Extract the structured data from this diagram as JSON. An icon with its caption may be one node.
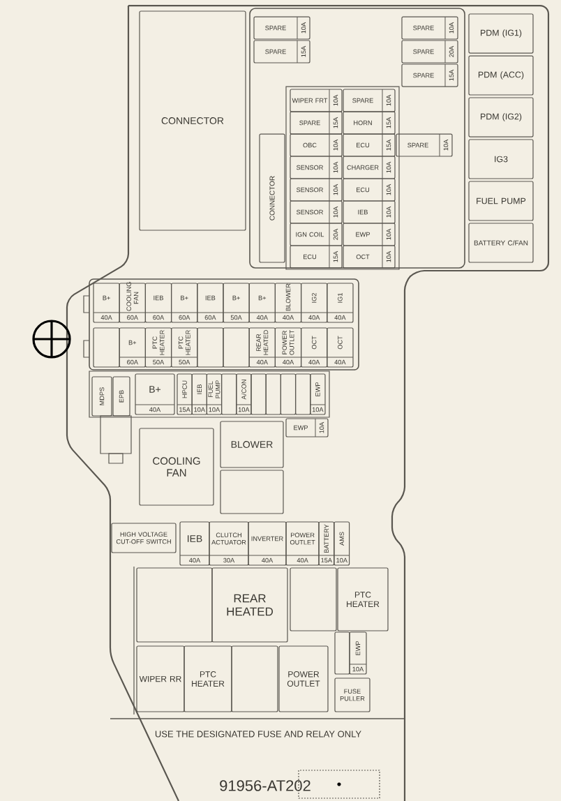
{
  "diagram": {
    "nodes": [
      {
        "text": [
          "CONNECTOR"
        ]
      },
      {
        "text": [
          "SPARE",
          "10A"
        ]
      },
      {
        "text": [
          "SPARE",
          "15A"
        ]
      },
      {
        "text": [
          "SPARE",
          "10A"
        ]
      },
      {
        "text": [
          "SPARE",
          "20A"
        ]
      },
      {
        "text": [
          "SPARE",
          "15A"
        ]
      },
      {
        "text": [
          "WIPER FRT",
          "10A"
        ]
      },
      {
        "text": [
          "SPARE",
          "10A"
        ]
      },
      {
        "text": [
          "SPARE",
          "15A"
        ]
      },
      {
        "text": [
          "HORN",
          "15A"
        ]
      },
      {
        "text": [
          "OBC",
          "10A"
        ]
      },
      {
        "text": [
          "ECU",
          "15A"
        ]
      },
      {
        "text": [
          "SPARE",
          "10A"
        ]
      },
      {
        "text": [
          "SENSOR",
          "10A"
        ]
      },
      {
        "text": [
          "CHARGER",
          "10A"
        ]
      },
      {
        "text": [
          "SENSOR",
          "10A"
        ]
      },
      {
        "text": [
          "ECU",
          "10A"
        ]
      },
      {
        "text": [
          "SENSOR",
          "10A"
        ]
      },
      {
        "text": [
          "IEB",
          "10A"
        ]
      },
      {
        "text": [
          "IGN COIL",
          "20A"
        ]
      },
      {
        "text": [
          "EWP",
          "10A"
        ]
      },
      {
        "text": [
          "ECU",
          "15A"
        ]
      },
      {
        "text": [
          "OCT",
          "10A"
        ]
      },
      {
        "text": [
          "CONNECTOR"
        ]
      },
      {
        "text": [
          "PDM (IG1)"
        ]
      },
      {
        "text": [
          "PDM (ACC)"
        ]
      },
      {
        "text": [
          "PDM (IG2)"
        ]
      },
      {
        "text": [
          "IG3"
        ]
      },
      {
        "text": [
          "FUEL PUMP"
        ]
      },
      {
        "text": [
          "BATTERY C/FAN"
        ]
      },
      {
        "text": [
          "B+",
          "40A"
        ]
      },
      {
        "text": [
          "COOLING FAN",
          "60A"
        ]
      },
      {
        "text": [
          "IEB",
          "60A"
        ]
      },
      {
        "text": [
          "B+",
          "60A"
        ]
      },
      {
        "text": [
          "IEB",
          "60A"
        ]
      },
      {
        "text": [
          "B+",
          "50A"
        ]
      },
      {
        "text": [
          "B+",
          "40A"
        ]
      },
      {
        "text": [
          "BLOWER",
          "40A"
        ]
      },
      {
        "text": [
          "IG2",
          "40A"
        ]
      },
      {
        "text": [
          "IG1",
          "40A"
        ]
      },
      {
        "text": [],
        "shape": "box"
      },
      {
        "text": [
          "B+",
          "60A"
        ]
      },
      {
        "text": [
          "PTC HEATER",
          "50A"
        ]
      },
      {
        "text": [
          "PTC HEATER",
          "50A"
        ]
      },
      {
        "text": [],
        "shape": "box"
      },
      {
        "text": [],
        "shape": "box"
      },
      {
        "text": [
          "REAR HEATED",
          "40A"
        ]
      },
      {
        "text": [
          "POWER OUTLET",
          "40A"
        ]
      },
      {
        "text": [
          "OCT",
          "40A"
        ]
      },
      {
        "text": [
          "OCT",
          "40A"
        ]
      },
      {
        "text": [
          "MDPS"
        ]
      },
      {
        "text": [
          "EPB"
        ]
      },
      {
        "text": [
          "B+",
          "40A"
        ]
      },
      {
        "text": [
          "HPCU",
          "15A"
        ]
      },
      {
        "text": [
          "IEB",
          "10A"
        ]
      },
      {
        "text": [
          "FUEL PUMP",
          "10A"
        ]
      },
      {
        "text": [],
        "shape": "box"
      },
      {
        "text": [
          "A/CON",
          "10A"
        ]
      },
      {
        "text": [],
        "shape": "box"
      },
      {
        "text": [],
        "shape": "box"
      },
      {
        "text": [],
        "shape": "box"
      },
      {
        "text": [],
        "shape": "box"
      },
      {
        "text": [
          "EWP",
          "10A"
        ]
      },
      {
        "text": [
          "EWP",
          "10A"
        ]
      },
      {
        "text": [
          "COOLING FAN"
        ]
      },
      {
        "text": [
          "BLOWER"
        ]
      },
      {
        "text": [],
        "shape": "box"
      },
      {
        "text": [
          "HIGH VOLTAGE CUT-OFF SWITCH"
        ]
      },
      {
        "text": [
          "IEB",
          "40A"
        ]
      },
      {
        "text": [
          "CLUTCH ACTUATOR",
          "30A"
        ]
      },
      {
        "text": [
          "INVERTER",
          "40A"
        ]
      },
      {
        "text": [
          "POWER OUTLET",
          "40A"
        ]
      },
      {
        "text": [
          "BATTERY",
          "15A"
        ]
      },
      {
        "text": [
          "AMS",
          "10A"
        ]
      },
      {
        "text": [],
        "shape": "box"
      },
      {
        "text": [
          "REAR HEATED"
        ]
      },
      {
        "text": [],
        "shape": "box"
      },
      {
        "text": [
          "PTC HEATER"
        ]
      },
      {
        "text": [
          "WIPER RR"
        ]
      },
      {
        "text": [
          "PTC HEATER"
        ]
      },
      {
        "text": [],
        "shape": "box"
      },
      {
        "text": [
          "POWER OUTLET"
        ]
      },
      {
        "text": [],
        "shape": "box"
      },
      {
        "text": [
          "EWP",
          "10A"
        ]
      },
      {
        "text": [
          "FUSE PULLER"
        ]
      }
    ],
    "labels": [
      "USE THE DESIGNATED FUSE AND RELAY ONLY",
      "91956-AT202"
    ]
  }
}
